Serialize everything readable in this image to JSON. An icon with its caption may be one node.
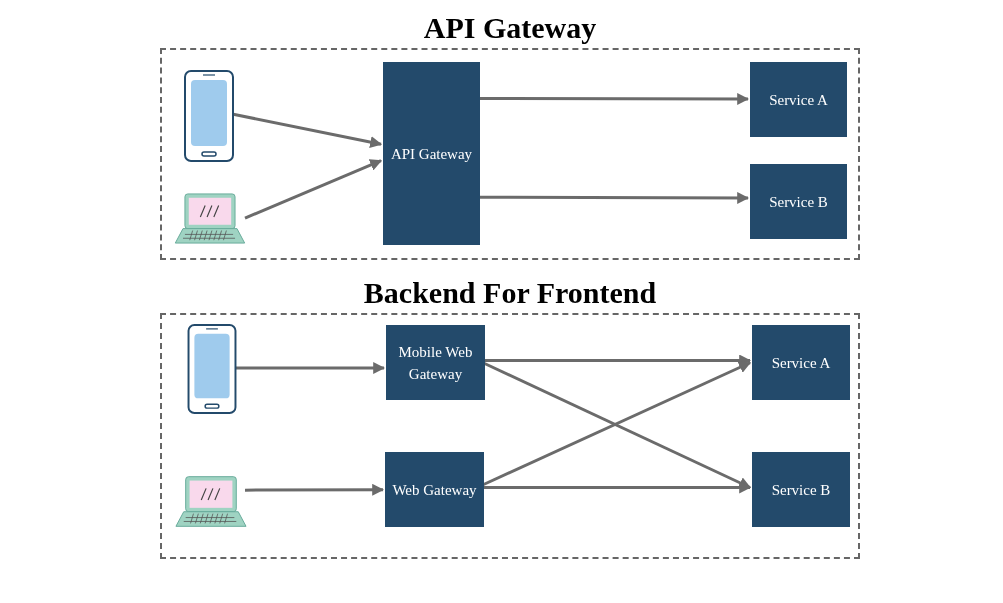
{
  "diagram": {
    "nodes": [
      {
        "text": [
          "API Gateway"
        ]
      },
      {
        "text": [],
        "shape": "picture",
        "in": 0
      },
      {
        "text": [],
        "shape": "picture",
        "in": 0
      },
      {
        "text": [
          "API Gateway"
        ],
        "in": 0
      },
      {
        "text": [
          "Service A"
        ],
        "in": 0
      },
      {
        "text": [
          "Service B"
        ],
        "in": 0
      },
      {
        "text": [
          "Backend For Frontend"
        ]
      },
      {
        "text": [],
        "shape": "picture",
        "in": 6
      },
      {
        "text": [],
        "shape": "picture",
        "in": 6
      },
      {
        "text": [
          "Mobile Web Gateway"
        ],
        "in": 6
      },
      {
        "text": [
          "Web Gateway"
        ],
        "in": 6
      },
      {
        "text": [
          "Service A"
        ],
        "in": 6
      },
      {
        "text": [
          "Service B"
        ],
        "in": 6
      }
    ],
    "edges": [
      {
        "from": 1,
        "to": 3,
        "arrow": "to"
      },
      {
        "from": 2,
        "to": 3,
        "arrow": "to"
      },
      {
        "from": 3,
        "to": 4,
        "arrow": "to"
      },
      {
        "from": 3,
        "to": 5,
        "arrow": "to"
      },
      {
        "from": 7,
        "to": 9,
        "arrow": "to"
      },
      {
        "from": 8,
        "to": 10,
        "arrow": "to"
      },
      {
        "from": 9,
        "to": 11,
        "arrow": "to"
      },
      {
        "from": 9,
        "to": 12,
        "arrow": "to"
      },
      {
        "from": 10,
        "to": 11,
        "arrow": "to"
      },
      {
        "from": 10,
        "to": 12,
        "arrow": "to"
      }
    ]
  }
}
